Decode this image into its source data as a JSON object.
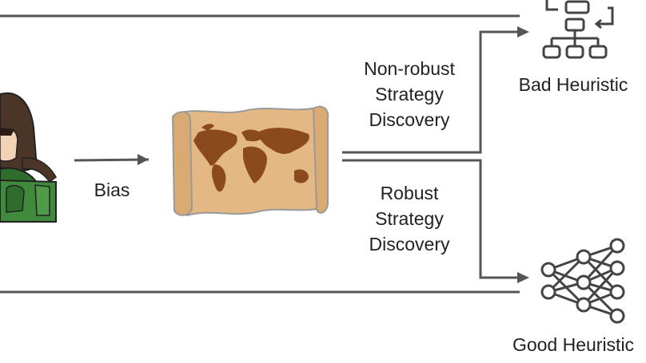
{
  "edges": {
    "bias": "Bias",
    "non_robust": [
      "Non-robust",
      "Strategy",
      "Discovery"
    ],
    "robust": [
      "Robust",
      "Strategy",
      "Discovery"
    ]
  },
  "nodes": {
    "bad": "Bad Heuristic",
    "good": "Good Heuristic"
  },
  "colors": {
    "line": "#555555",
    "parchment": "#e3b884",
    "continents": "#8b4a1e",
    "hair": "#4a3526",
    "skin": "#f3d3b8",
    "backpack": "#3f8a3c"
  },
  "icons": [
    "person-icon",
    "treasure-map-icon",
    "flowchart-icon",
    "neural-network-icon"
  ]
}
